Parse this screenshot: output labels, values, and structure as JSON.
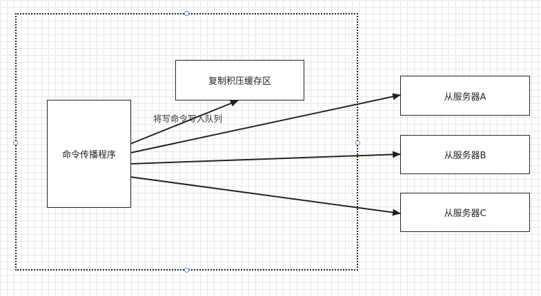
{
  "diagram": {
    "nodes": {
      "propagator": "命令传播程序",
      "backlog": "复制积压缓存区",
      "slave_a": "从服务器A",
      "slave_b": "从服务器B",
      "slave_c": "从服务器C"
    },
    "edge_label": "将写命令写入队列"
  },
  "colors": {
    "stroke": "#222222",
    "handle": "#4a90d9",
    "grid": "#e6e6e6"
  }
}
